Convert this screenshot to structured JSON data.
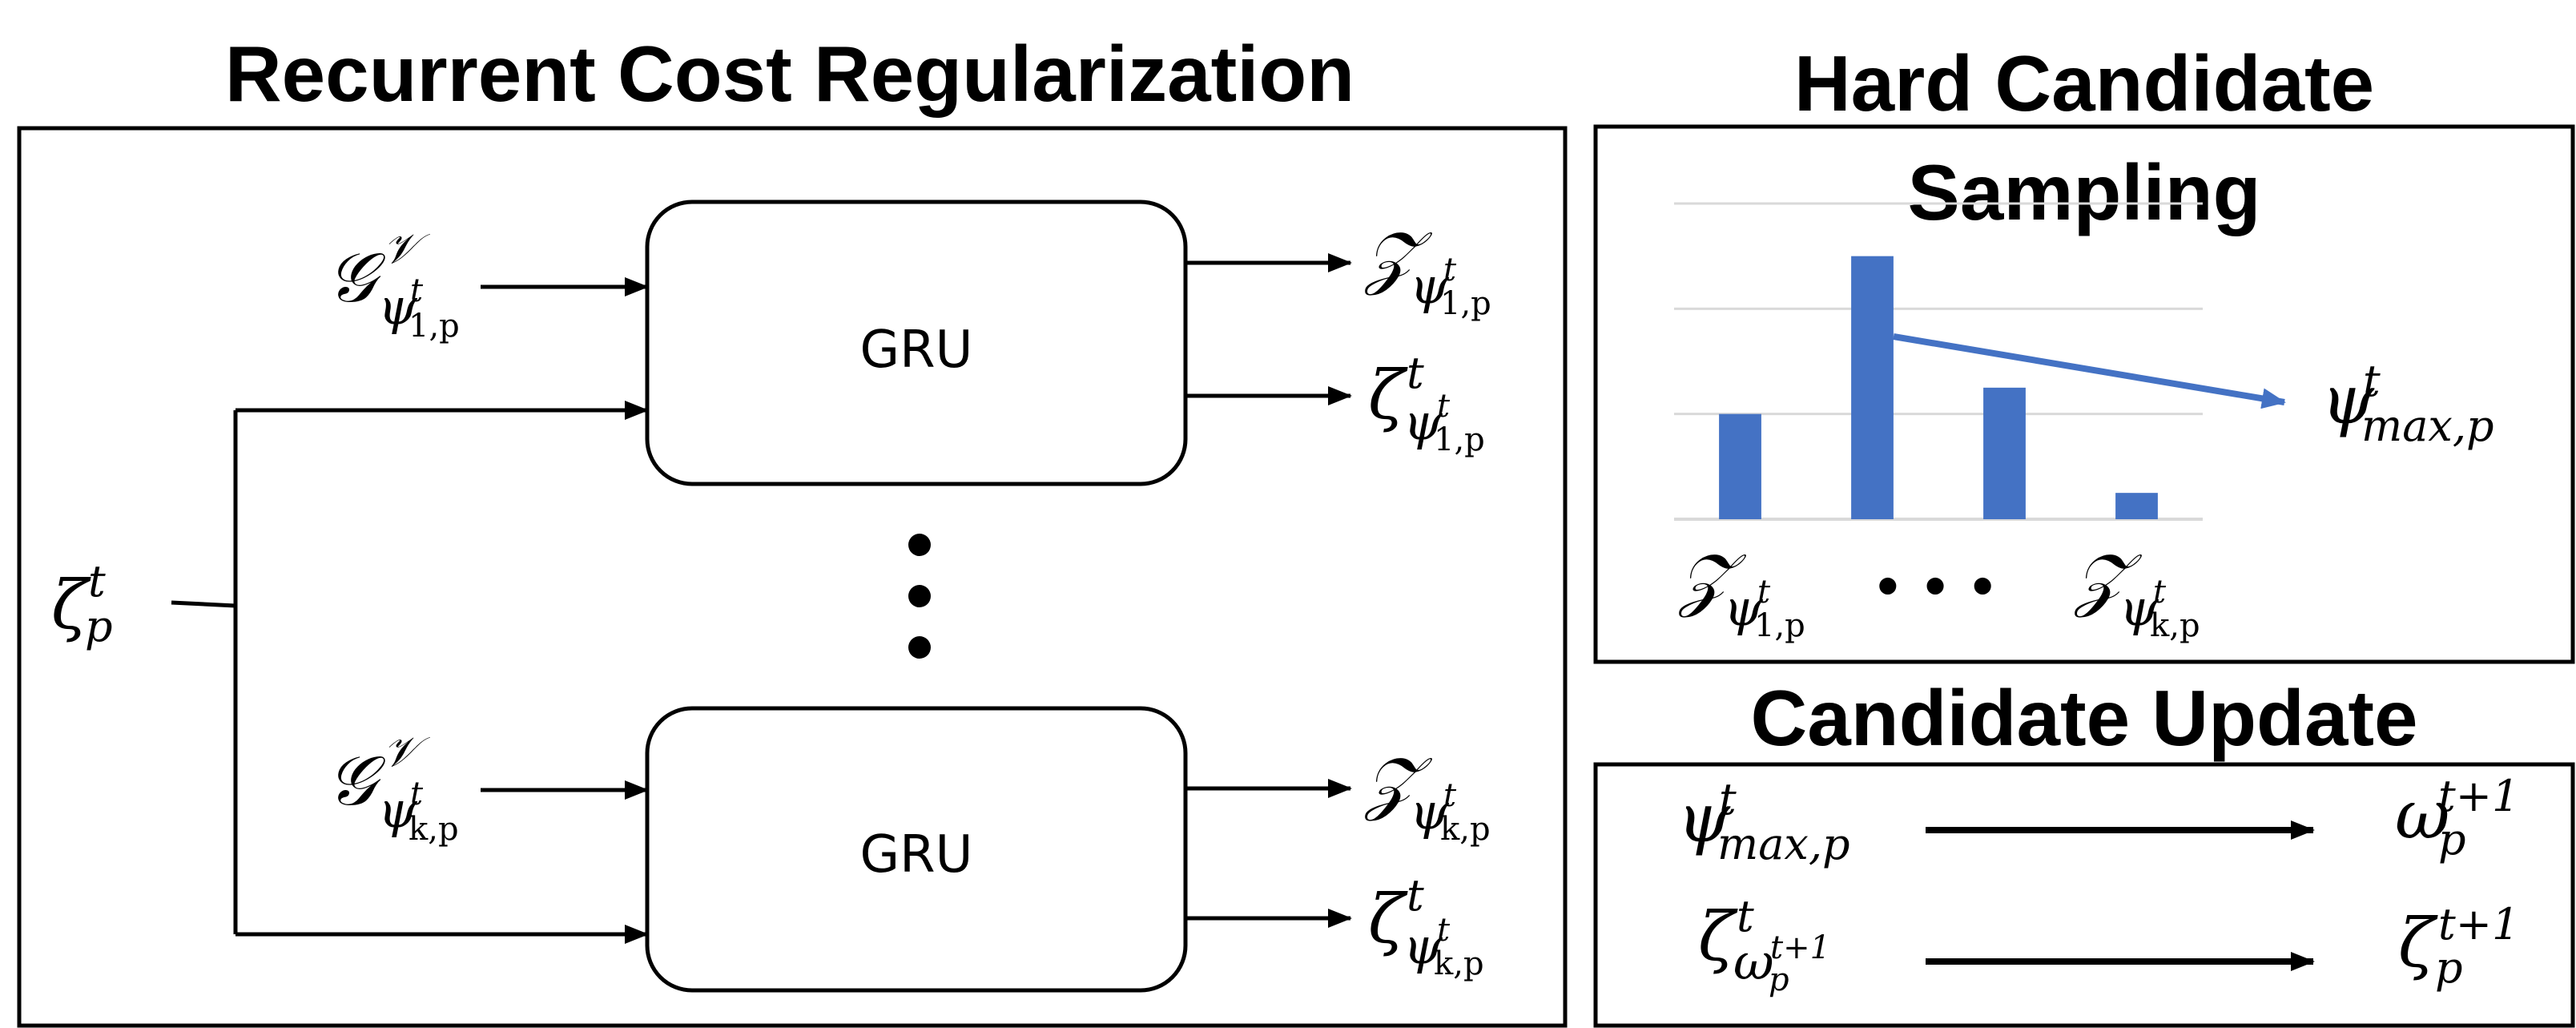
{
  "titles": {
    "left": "Recurrent Cost Regularization",
    "right_top_line1": "Hard Candidate",
    "right_top_line2": "Sampling",
    "right_bottom": "Candidate Update"
  },
  "gru": {
    "top_label": "GRU",
    "bottom_label": "GRU"
  },
  "symbols": {
    "G": "𝒢",
    "Z": "𝒵",
    "V": "𝒱",
    "zeta": "ζ",
    "psi": "ψ",
    "omega": "ω",
    "t": "t",
    "p": "p",
    "t_plus_1": "t+1",
    "sub_1p": "1,p",
    "sub_kp": "k,p",
    "sub_maxp": "max,p",
    "ellipsis": "• • •"
  },
  "chart_data": {
    "type": "bar",
    "categories": [
      "",
      "",
      "",
      ""
    ],
    "values": [
      2,
      5,
      2.5,
      0.5
    ],
    "ylim": [
      0,
      6
    ],
    "grid": true,
    "bar_color": "#4472C4",
    "arrow_color": "#4472C4"
  },
  "colors": {
    "accent": "#4472C4",
    "grid": "#D9D9D9"
  }
}
